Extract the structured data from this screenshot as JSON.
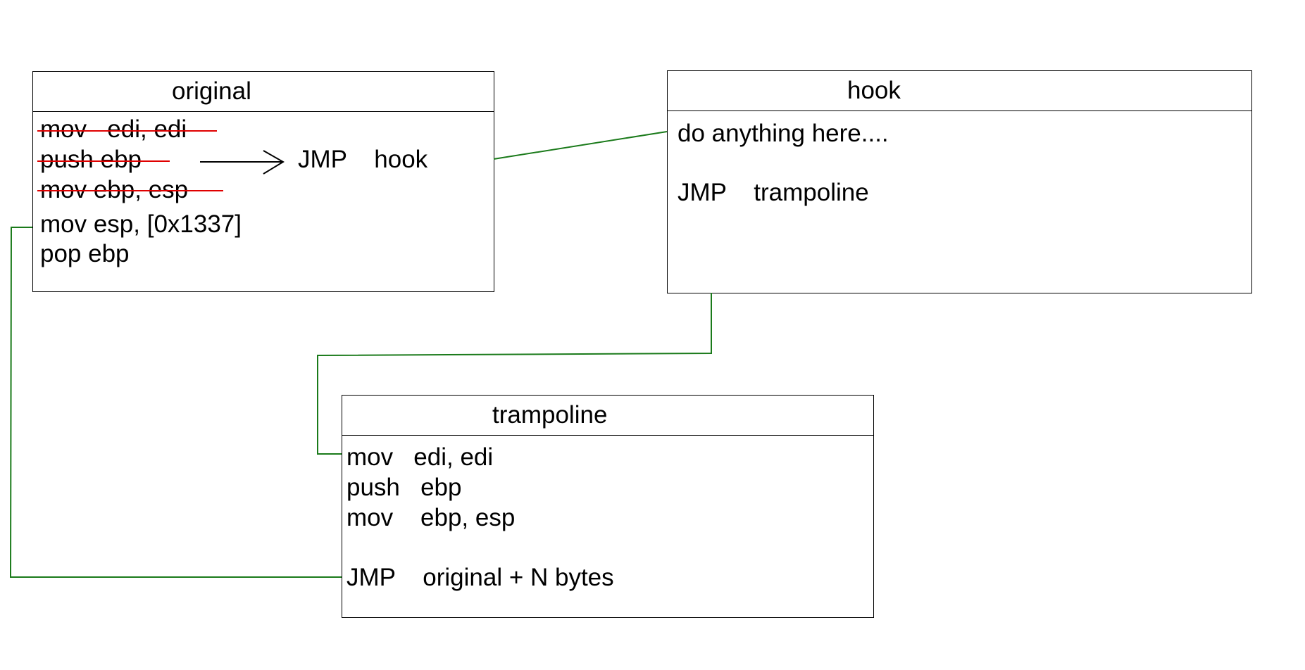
{
  "diagram": {
    "original": {
      "title": "original",
      "lines": [
        "mov   edi, edi",
        "push ebp",
        "mov ebp, esp",
        "mov esp, [0x1337]",
        "pop ebp"
      ],
      "jump_label": "JMP    hook"
    },
    "hook": {
      "title": "hook",
      "lines": [
        "do anything here....",
        "JMP    trampoline"
      ]
    },
    "trampoline": {
      "title": "trampoline",
      "lines": [
        "mov   edi, edi",
        "push   ebp",
        "mov    ebp, esp",
        "JMP    original + N bytes"
      ]
    }
  },
  "colors": {
    "strike": "#e00000",
    "connector": "#1a7a1a",
    "border": "#000000",
    "text": "#000000"
  }
}
